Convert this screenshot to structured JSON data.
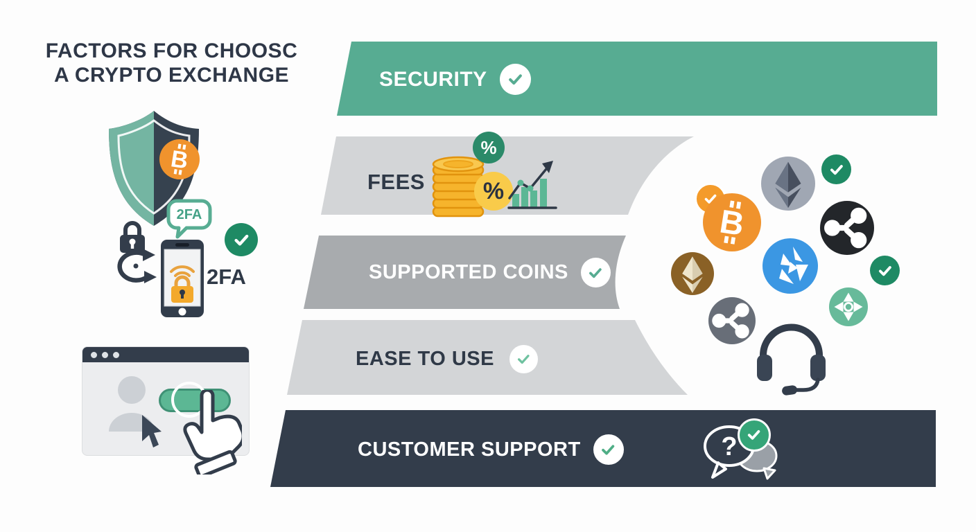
{
  "title": {
    "line1": "FACTORS FOR CHOOSC",
    "line2": "A CRYPTO EXCHANGE"
  },
  "factors": [
    {
      "id": "security",
      "label": "SECURITY"
    },
    {
      "id": "fees",
      "label": "FEES"
    },
    {
      "id": "supported-coins",
      "label": "SUPPORTED COINS"
    },
    {
      "id": "ease-to-use",
      "label": "EASE TO USE"
    },
    {
      "id": "customer-support",
      "label": "CUSTOMER SUPPORT"
    }
  ],
  "left_panel": {
    "twofa_bubble_text": "2FA",
    "twofa_label": "2FA"
  },
  "fees_band": {
    "percent_green": "%",
    "percent_yellow": "%"
  },
  "coins": {
    "bitcoin_symbol": "B"
  },
  "support_band": {
    "question_mark": "?"
  },
  "icons": [
    "shield-icon",
    "bitcoin-icon",
    "lock-icon",
    "sync-arrows-icon",
    "phone-icon",
    "2fa-bubble-icon",
    "checkmark-icon",
    "browser-window-icon",
    "avatar-icon",
    "cursor-icon",
    "hand-pointer-icon",
    "coin-stack-icon",
    "percent-badge-icon",
    "growth-chart-icon",
    "ethereum-icon",
    "ripple-icon",
    "blue-coin-icon",
    "teal-coin-icon",
    "headset-icon",
    "chat-bubbles-icon"
  ],
  "colors": {
    "band_green": "#57ac92",
    "band_light_gray": "#d3d5d7",
    "band_mid_gray": "#a8abae",
    "band_dark": "#333d4b",
    "check_green": "#1e8a64",
    "bitcoin_orange": "#f0932d",
    "coin_gold": "#f6b42c",
    "title_text": "#2e3747"
  }
}
